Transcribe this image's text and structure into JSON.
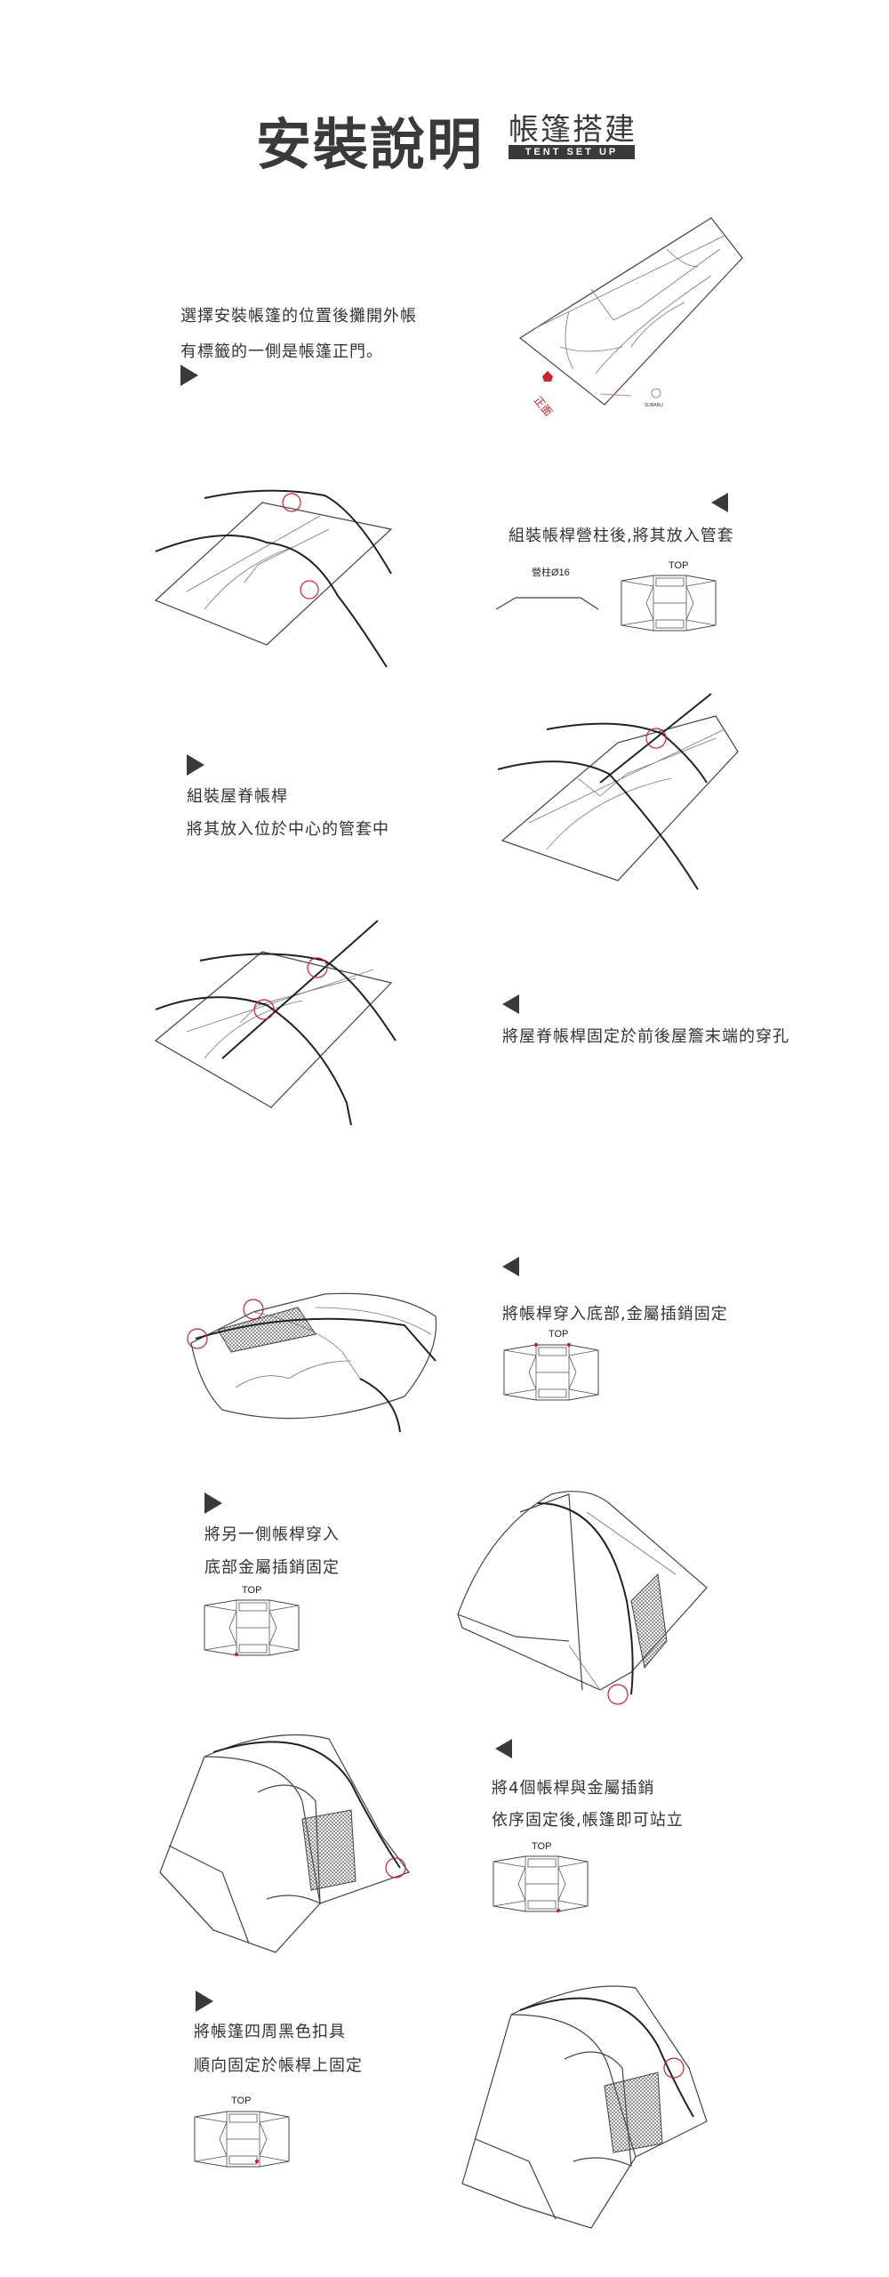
{
  "header": {
    "title": "安裝說明",
    "subtitle": "帳篷搭建",
    "subtitle_en": "TENT SET UP"
  },
  "colors": {
    "text": "#3a3a3a",
    "accent_red": "#c8242b"
  },
  "steps": [
    {
      "lines": [
        "選擇安裝帳篷的位置後攤開外帳",
        "有標籤的一側是帳篷正門。"
      ],
      "front_label": "正面",
      "brand_label": "SUBARU"
    },
    {
      "lines": [
        "組裝帳桿營柱後,將其放入管套"
      ],
      "pole_label": "營柱Ø16",
      "top_label": "TOP"
    },
    {
      "lines": [
        "組裝屋脊帳桿",
        "將其放入位於中心的管套中"
      ]
    },
    {
      "lines": [
        "將屋脊帳桿固定於前後屋簷末端的穿孔"
      ]
    },
    {
      "lines": [
        "將帳桿穿入底部,金屬插銷固定"
      ],
      "top_label": "TOP",
      "pins": [
        "top-left",
        "top-right"
      ]
    },
    {
      "lines": [
        "將另一側帳桿穿入",
        "底部金屬插銷固定"
      ],
      "top_label": "TOP",
      "pins": [
        "bottom-left"
      ]
    },
    {
      "lines": [
        "將4個帳桿與金屬插銷",
        "依序固定後,帳篷即可站立"
      ],
      "top_label": "TOP",
      "pins": [
        "bottom-right"
      ]
    },
    {
      "lines": [
        "將帳篷四周黑色扣具",
        "順向固定於帳桿上固定"
      ],
      "top_label": "TOP",
      "pins": [
        "bottom-right-inner"
      ]
    }
  ]
}
